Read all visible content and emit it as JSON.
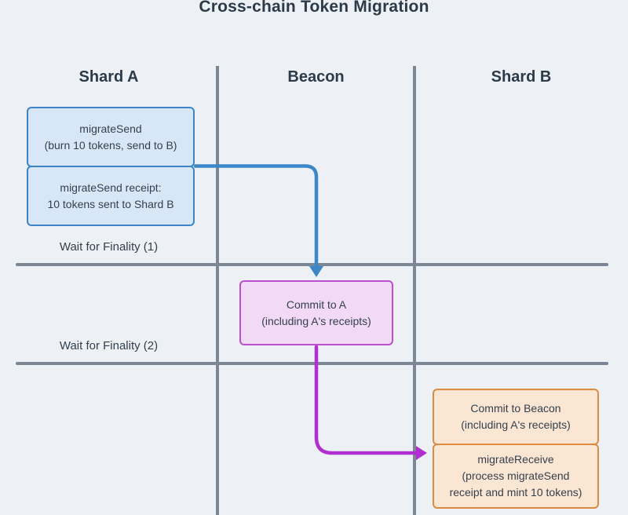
{
  "title": "Cross-chain Token Migration",
  "columns": [
    {
      "label": "Shard A"
    },
    {
      "label": "Beacon"
    },
    {
      "label": "Shard B"
    }
  ],
  "wait_labels": [
    {
      "label": "Wait for Finality (1)"
    },
    {
      "label": "Wait for Finality (2)"
    }
  ],
  "boxes": {
    "migrate_send": {
      "lines": [
        "migrateSend",
        "(burn 10 tokens, send to B)"
      ]
    },
    "migrate_send_receipt": {
      "lines": [
        "migrateSend receipt:",
        "10 tokens sent to Shard B"
      ]
    },
    "commit_to_a": {
      "lines": [
        "Commit to A",
        "(including A's receipts)"
      ]
    },
    "commit_to_beacon": {
      "lines": [
        "Commit to Beacon",
        "(including A's receipts)"
      ]
    },
    "migrate_receive": {
      "lines": [
        "migrateReceive",
        "(process migrateSend",
        "receipt and mint 10 tokens)"
      ]
    }
  },
  "colors": {
    "background": "#edf1f5",
    "line_gray": "#7b8794",
    "text_dark": "#333f4d",
    "blue_box_fill": "#d7e7f7",
    "blue_box_border": "#3d85c6",
    "blue_arrow": "#3b87c9",
    "pink_box_fill": "#f2daf7",
    "pink_box_border": "#bb50cc",
    "magenta_arrow": "#b12fd1",
    "orange_box_fill": "#fbe6d4",
    "orange_box_border": "#dd8a42"
  }
}
